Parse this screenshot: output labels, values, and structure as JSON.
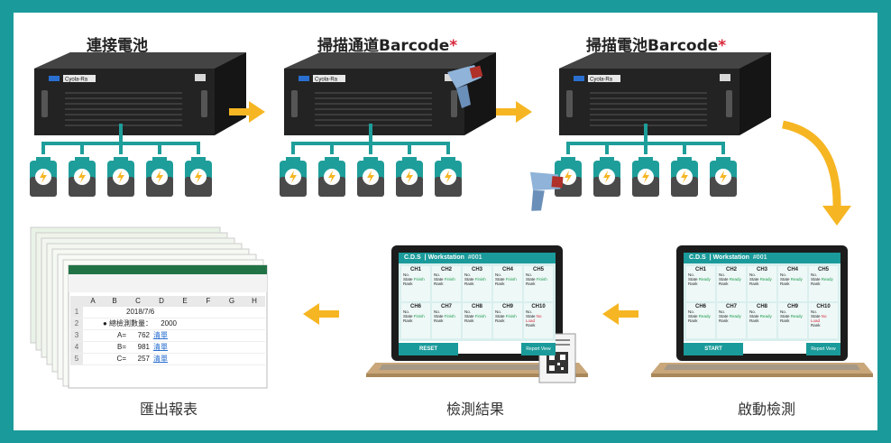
{
  "colors": {
    "frame": "#1a9a9a",
    "teal": "#1a9a9a",
    "arrow": "#f6b623",
    "battery": "#1e9e9a",
    "box": "#2a2a2a",
    "star": "#d8283b"
  },
  "steps": [
    {
      "title": "連接電池",
      "star": ""
    },
    {
      "title": "掃描通道Barcode",
      "star": "*"
    },
    {
      "title": "掃描電池Barcode",
      "star": "*"
    }
  ],
  "captions": {
    "export": "匯出報表",
    "result": "檢測結果",
    "start": "啟動檢測"
  },
  "device_label": "Cyola-Ra",
  "device_brand": "C.D.S",
  "workstation": {
    "brand": "C.D.S",
    "title": "| Workstation",
    "id": "#001",
    "channels": [
      "CH1",
      "CH2",
      "CH3",
      "CH4",
      "CH5",
      "CH6",
      "CH7",
      "CH8",
      "CH9",
      "CH10"
    ],
    "field_no": "No.",
    "field_state": "State",
    "field_rank": "Rank",
    "state_ready": "Ready",
    "state_finish": "Finish",
    "state_no_load": "No Load",
    "reset_label": "RESET",
    "start_label": "START",
    "report_label": "Report View"
  },
  "spreadsheet": {
    "columns": [
      "A",
      "B",
      "C",
      "D",
      "E",
      "F",
      "G",
      "H"
    ],
    "rows": [
      {
        "n": "1",
        "b": "",
        "c": "2018/7/6",
        "d": "",
        "link": ""
      },
      {
        "n": "2",
        "b": "● 總檢測數量：",
        "c": "",
        "d": "2000",
        "link": ""
      },
      {
        "n": "3",
        "b": "A=",
        "c": "762",
        "d": "",
        "link": "清單"
      },
      {
        "n": "4",
        "b": "B=",
        "c": "981",
        "d": "",
        "link": "清單"
      },
      {
        "n": "5",
        "b": "C=",
        "c": "257",
        "d": "",
        "link": "清單"
      }
    ]
  }
}
